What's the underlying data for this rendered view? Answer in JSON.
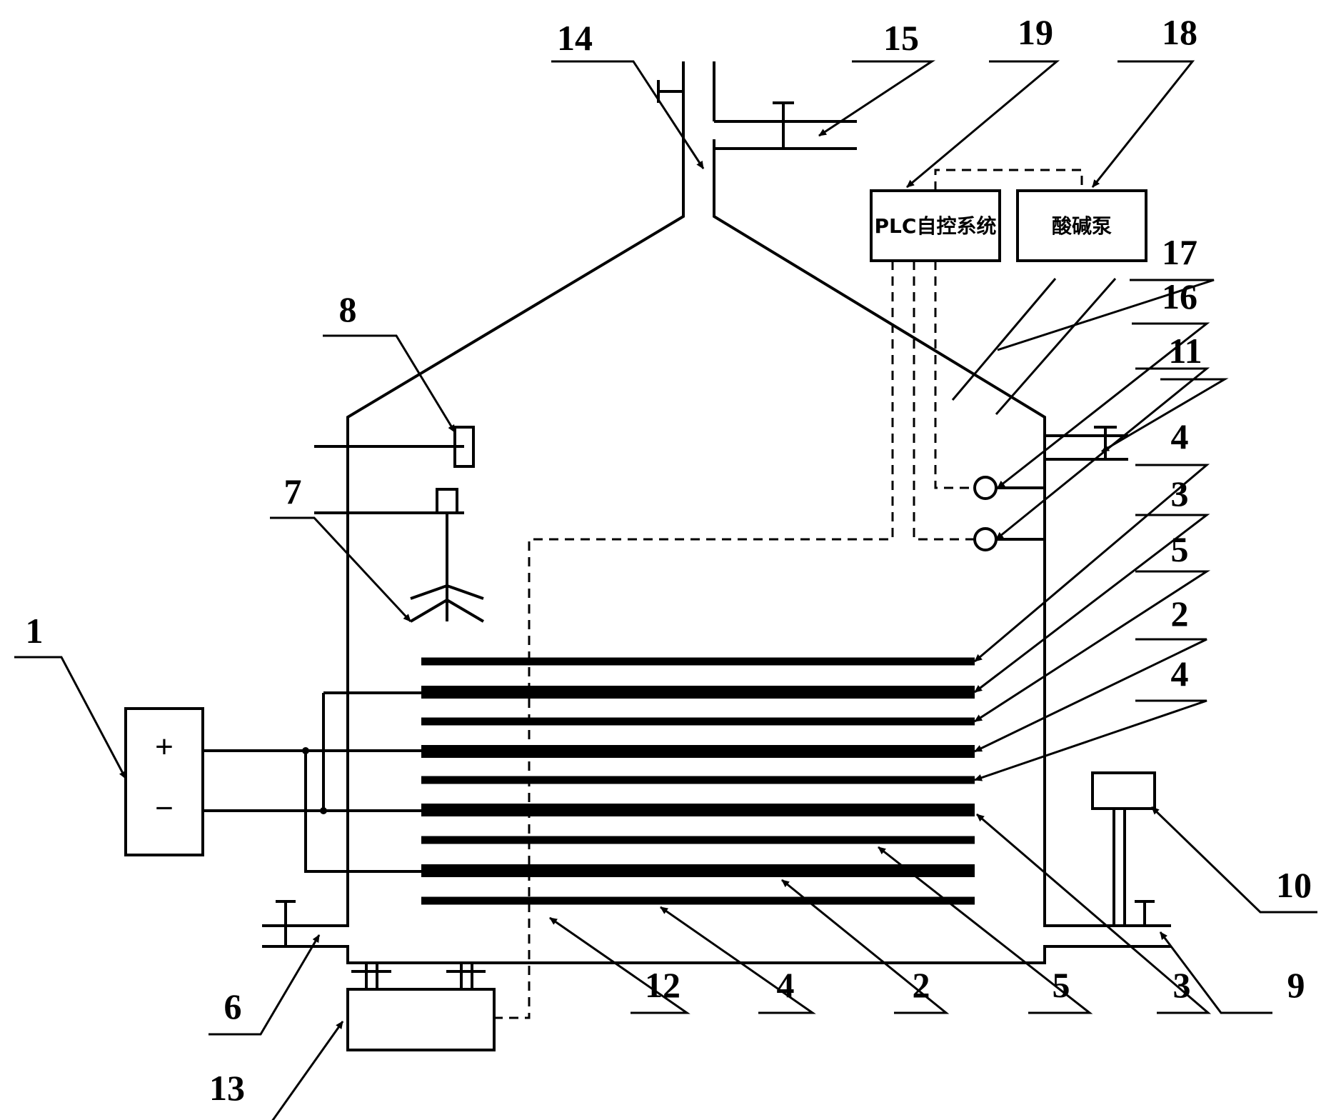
{
  "boxes": {
    "plc": "PLC自控系统",
    "pump": "酸碱泵"
  },
  "power_supply": {
    "plus": "+",
    "minus": "−"
  },
  "labels": {
    "l1": "1",
    "l6": "6",
    "l7": "7",
    "l8": "8",
    "l9": "9",
    "l10": "10",
    "l11": "11",
    "l12": "12",
    "l13": "13",
    "l14": "14",
    "l15": "15",
    "l16": "16",
    "l17": "17",
    "l18": "18",
    "l19": "19",
    "r4a": "4",
    "r3a": "3",
    "r5a": "5",
    "r2a": "2",
    "r4b": "4",
    "b4": "4",
    "b2": "2",
    "b5": "5",
    "b3": "3"
  }
}
